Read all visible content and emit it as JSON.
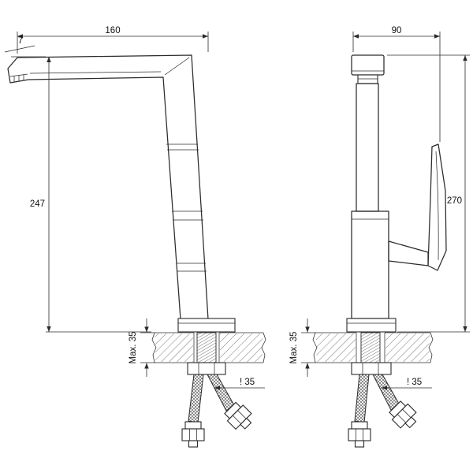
{
  "drawing": {
    "background": "#ffffff",
    "ink": "#2b2b2b",
    "side_view": {
      "dim_spout_reach": "160",
      "dim_spout_angle": "7",
      "dim_height_to_spout": "247",
      "dim_counter_thickness": "Max. 35",
      "dim_hole_note": "! 35"
    },
    "front_view": {
      "dim_width": "90",
      "dim_total_height": "270",
      "dim_counter_thickness": "Max. 35",
      "dim_hole_note": "! 35"
    }
  }
}
